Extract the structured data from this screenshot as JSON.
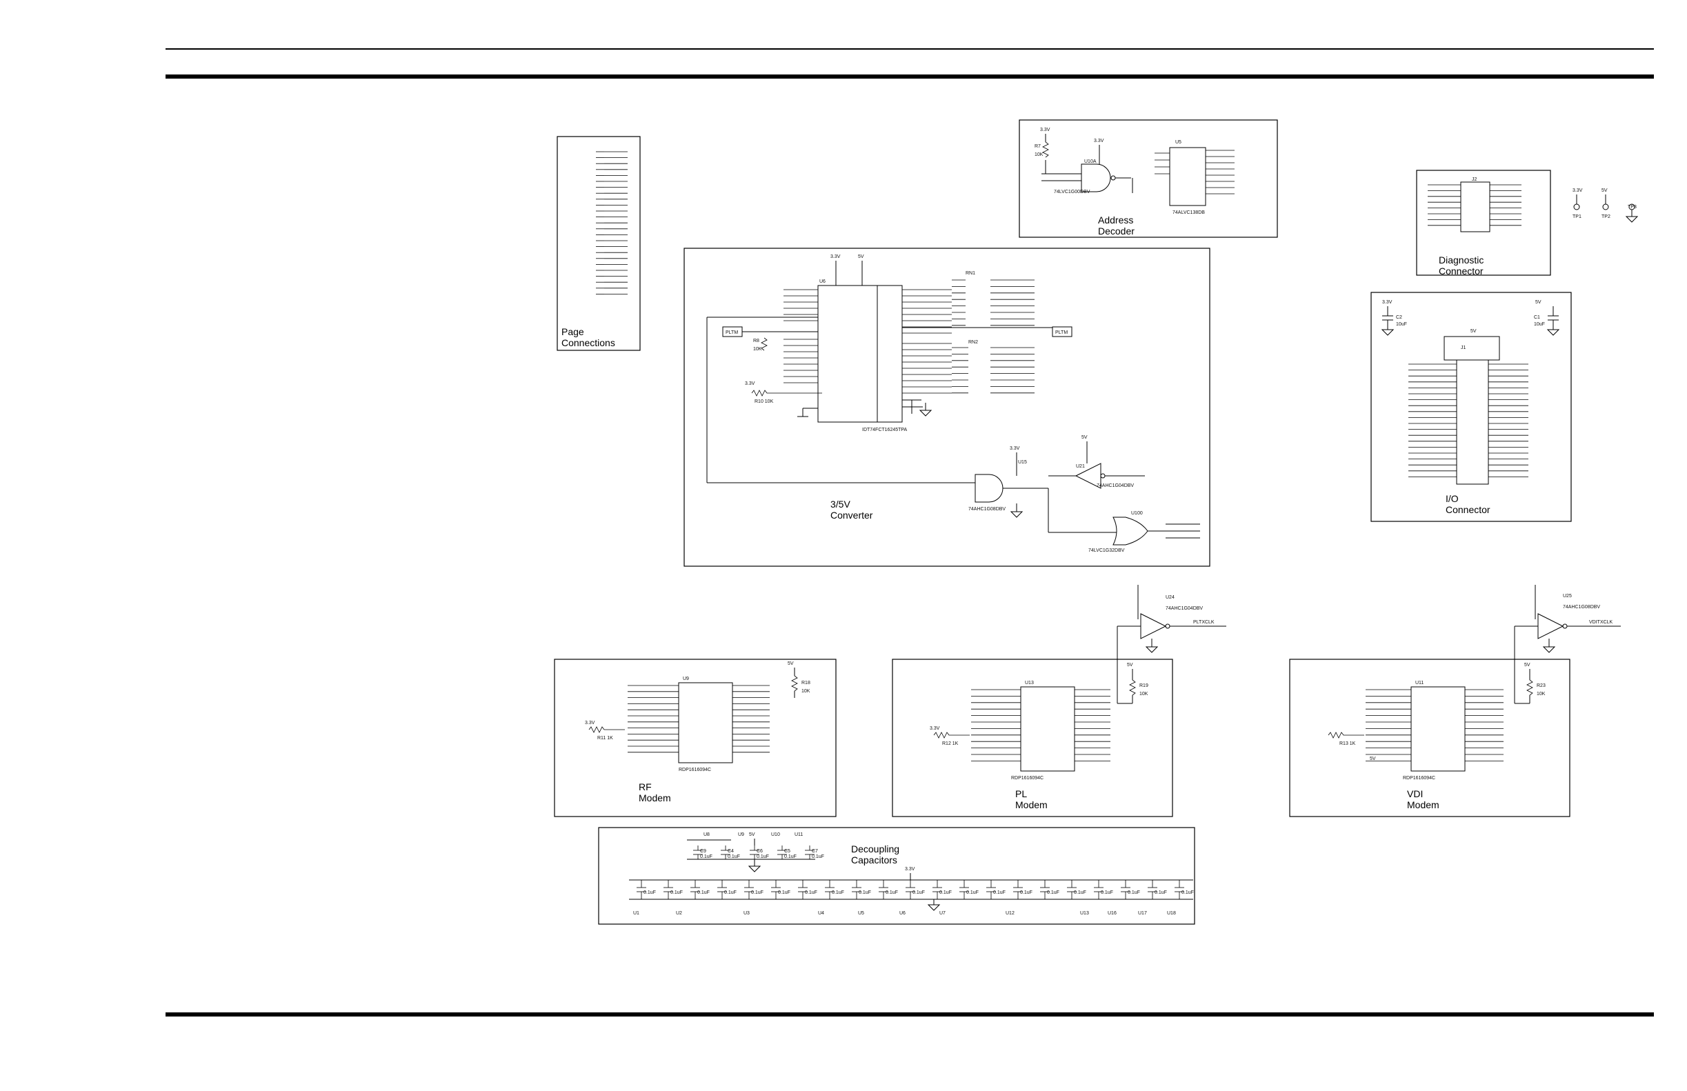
{
  "page": {
    "top_rule": "",
    "bottom_rule": ""
  },
  "blocks": {
    "page_connections": {
      "title_1": "Page",
      "title_2": "Connections"
    },
    "address_decoder": {
      "title_1": "Address",
      "title_2": "Decoder",
      "gate_part": "74LVC1G00DBV",
      "decoder_part": "74ALVC138DB",
      "gate_ref": "U10A",
      "decoder_ref": "U5",
      "r_ref": "R7",
      "r_val": "10K",
      "v33": "3.3V"
    },
    "converter": {
      "title_1": "3/5V",
      "title_2": "Converter",
      "buffer_part": "IDT74FCT16245TPA",
      "buffer_ref": "U6",
      "rn1": "RN1",
      "rn2": "RN2",
      "and_part": "74AHC1G08DBV",
      "inv_part": "74AHC1G04DBV",
      "or_part": "74LVC1G32DBV",
      "and_ref": "U15",
      "inv_ref": "U21",
      "or_ref": "U100",
      "r10": "R10 10K",
      "r8": "R8",
      "r8_val": "10K",
      "pltm": "PLTM",
      "v33": "3.3V",
      "v5": "5V"
    },
    "diagnostic": {
      "title_1": "Diagnostic",
      "title_2": "Connector",
      "ref": "J2"
    },
    "io": {
      "title_1": "I/O",
      "title_2": "Connector",
      "ref": "J1",
      "c1": "C1",
      "c2": "C2",
      "cap": "10uF",
      "v33": "3.3V",
      "v5": "5V"
    },
    "test_points": {
      "tp1_v": "3.3V",
      "tp2_v": "5V",
      "tp1": "TP1",
      "tp2": "TP2",
      "tp3": "TP3"
    },
    "rf_modem": {
      "title_1": "RF",
      "title_2": "Modem",
      "part": "RDP1616094C",
      "ref": "U9",
      "r11": "R11 1K",
      "r18": "R18",
      "r18_val": "10K",
      "v33": "3.3V",
      "v5": "5V"
    },
    "pl_modem": {
      "title_1": "PL",
      "title_2": "Modem",
      "part": "RDP1616094C",
      "ref": "U13",
      "r12": "R12 1K",
      "r19": "R19",
      "r19_val": "10K",
      "buf_ref": "U24",
      "buf_part": "74AHC1G04DBV",
      "net": "PLTXCLK",
      "v33": "3.3V",
      "v5": "5V"
    },
    "vdi_modem": {
      "title_1": "VDI",
      "title_2": "Modem",
      "part": "RDP1616094C",
      "ref": "U11",
      "r13": "R13 1K",
      "r23": "R23",
      "r23_val": "10K",
      "buf_ref": "U25",
      "buf_part": "74AHC1G08DBV",
      "net": "VDITXCLK",
      "v5": "5V"
    },
    "decoupling": {
      "title_1": "Decoupling",
      "title_2": "Capacitors",
      "v33": "3.3V",
      "v5": "5V",
      "cap_val": "0.1uF",
      "top_refs": [
        "U8",
        "U9",
        "U10",
        "U11"
      ],
      "top_caps": [
        "C9",
        "C4",
        "C6",
        "C5",
        "C7"
      ],
      "bottom_refs": [
        "U1",
        "U2",
        "U3",
        "U4",
        "U5",
        "U6",
        "U7",
        "U12",
        "U13",
        "U16",
        "U17",
        "U18"
      ]
    }
  },
  "colors": {
    "ink": "#000000",
    "paper": "#ffffff"
  }
}
